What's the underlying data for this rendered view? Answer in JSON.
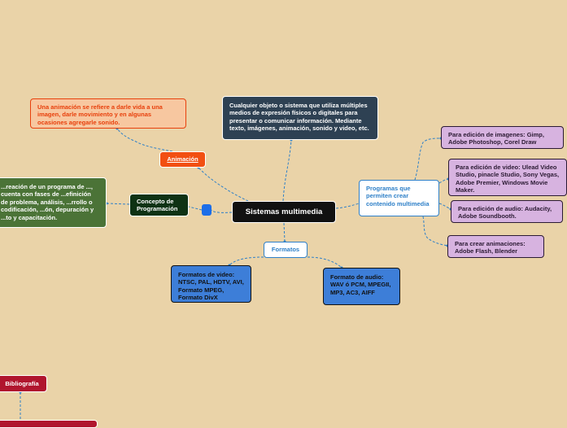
{
  "central": "Sistemas multimedia",
  "definition": "Cualquier objeto o sistema que utiliza múltiples medios de expresión físicos o digitales para presentar o comunicar información. Mediante texto, imágenes, animación, sonido y video, etc.",
  "animacion": {
    "label": "Animación",
    "description": "Una animación se refiere a darle vida a una imagen, darle movimiento y en algunas ocasiones agregarle sonido."
  },
  "concepto": {
    "label": "Concepto de Programación",
    "description": "...reación de un programa de ..., cuenta con fases de ...efinición de problema, análisis, ...rrollo o codificación, ...ón, depuración y ...to y capacitación."
  },
  "formatos": {
    "label": "Formatos",
    "video": "Formatos de video: NTSC, PAL, HDTV, AVI, Formato MPEG, Formato DivX",
    "audio": "Formato de audio: WAV ó PCM, MPEGII, MP3, AC3, AIFF"
  },
  "programas": {
    "label": "Programas que permiten crear contenido multimedia",
    "items": [
      "Para edición de imagenes: Gimp, Adobe Photoshop, Corel Draw",
      "Para edición de video: Ulead Video Studio, pinacle Studio, Sony Vegas, Adobe Premier, Windows Movie Maker.",
      "Para edición de audio: Audacity, Adobe Soundbooth.",
      "Para crear animaciones: Adobe Flash, Blender"
    ]
  },
  "bibliografia": "Bibliografía",
  "colors": {
    "background": "#ead3a8",
    "connector": "#2f80c8"
  }
}
